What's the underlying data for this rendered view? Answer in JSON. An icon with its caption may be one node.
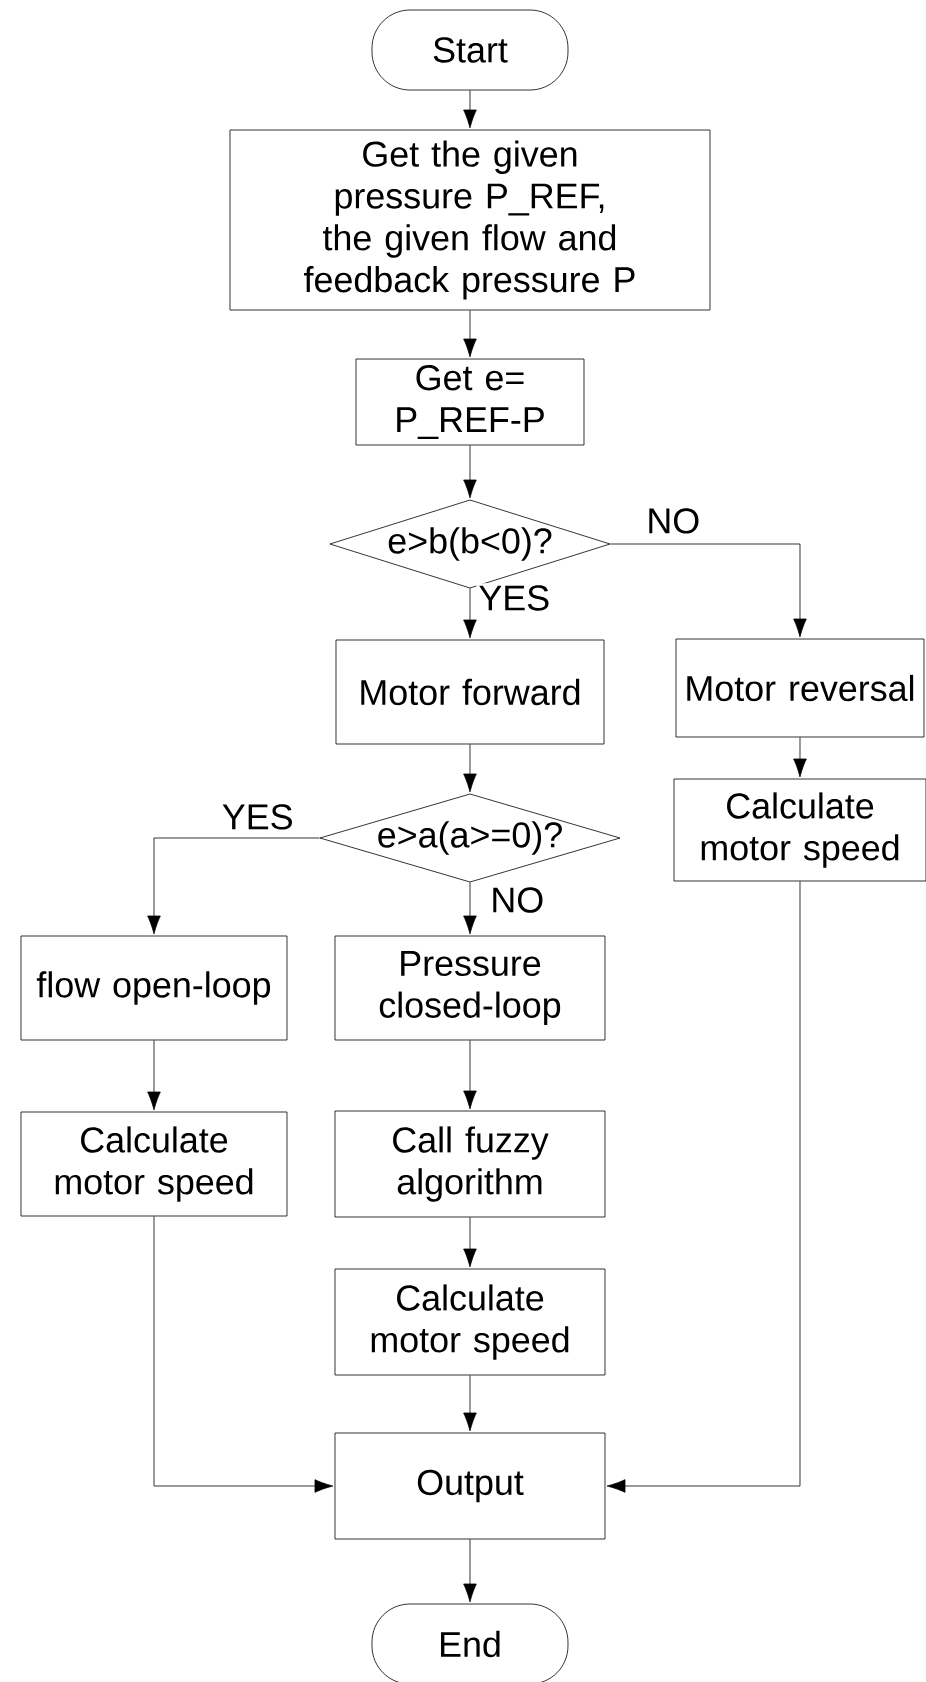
{
  "diagram": {
    "nodes": [
      {
        "text": [
          "Start"
        ]
      },
      {
        "text": [
          "Get the given pressure P_REF, the given flow and feedback pressure P"
        ]
      },
      {
        "text": [
          "Get e= P_REF-P"
        ]
      },
      {
        "text": [
          "e>b(b<0)?"
        ]
      },
      {
        "text": [
          "Motor forward"
        ]
      },
      {
        "text": [
          "Motor reversal"
        ]
      },
      {
        "text": [
          "Calculate motor speed"
        ]
      },
      {
        "text": [
          "e>a(a>=0)?"
        ]
      },
      {
        "text": [
          "flow open-loop"
        ]
      },
      {
        "text": [
          "Pressure closed-loop"
        ]
      },
      {
        "text": [
          "Calculate motor speed"
        ]
      },
      {
        "text": [
          "Call fuzzy algorithm"
        ]
      },
      {
        "text": [
          "Calculate motor speed"
        ]
      },
      {
        "text": [
          "Output"
        ]
      },
      {
        "text": [
          "End"
        ]
      }
    ],
    "edges": [
      {
        "from": 0,
        "to": 1,
        "arrow": "to"
      },
      {
        "from": 1,
        "to": 2,
        "arrow": "to"
      },
      {
        "from": 2,
        "to": 3,
        "arrow": "to"
      },
      {
        "from": 3,
        "to": 4,
        "arrow": "to",
        "label": "YES"
      },
      {
        "from": 3,
        "to": 5,
        "arrow": "to",
        "label": "NO"
      },
      {
        "from": 5,
        "to": 6,
        "arrow": "to"
      },
      {
        "from": 4,
        "to": 7,
        "arrow": "to"
      },
      {
        "from": 7,
        "to": 8,
        "arrow": "to",
        "label": "YES"
      },
      {
        "from": 7,
        "to": 9,
        "arrow": "to",
        "label": "NO"
      },
      {
        "from": 8,
        "to": 10,
        "arrow": "to"
      },
      {
        "from": 9,
        "to": 11,
        "arrow": "to"
      },
      {
        "from": 11,
        "to": 12,
        "arrow": "to"
      },
      {
        "from": 12,
        "to": 13,
        "arrow": "to"
      },
      {
        "from": 10,
        "to": 13,
        "arrow": "to"
      },
      {
        "from": 6,
        "to": 13,
        "arrow": "to"
      },
      {
        "from": 13,
        "to": 14,
        "arrow": "to"
      }
    ]
  }
}
